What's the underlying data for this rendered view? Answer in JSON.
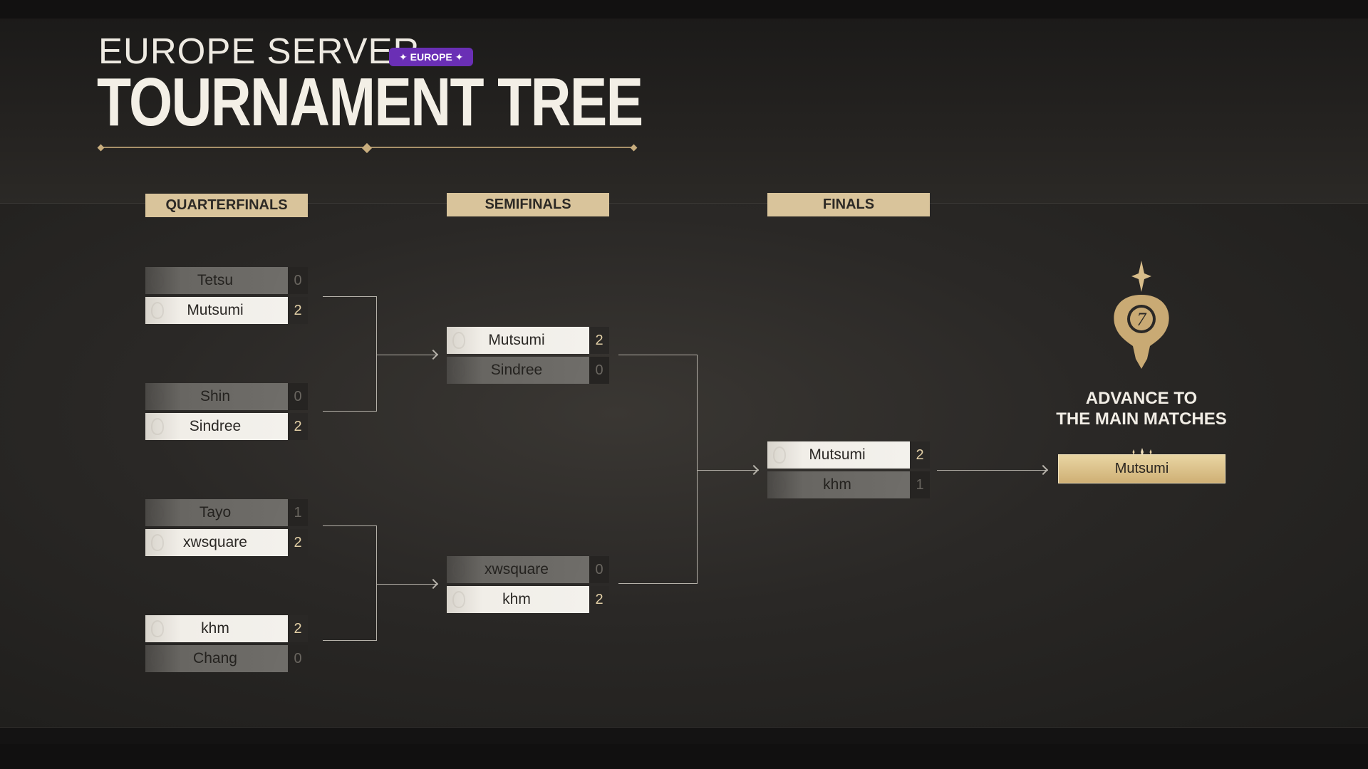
{
  "header": {
    "subtitle": "EUROPE SERVER",
    "region_badge": "✦ EUROPE ✦",
    "title": "TOURNAMENT TREE"
  },
  "rounds": {
    "quarterfinals": "QUARTERFINALS",
    "semifinals": "SEMIFINALS",
    "finals": "FINALS"
  },
  "quarterfinals": [
    {
      "players": [
        {
          "name": "Tetsu",
          "score": "0"
        },
        {
          "name": "Mutsumi",
          "score": "2"
        }
      ]
    },
    {
      "players": [
        {
          "name": "Shin",
          "score": "0"
        },
        {
          "name": "Sindree",
          "score": "2"
        }
      ]
    },
    {
      "players": [
        {
          "name": "Tayo",
          "score": "1"
        },
        {
          "name": "xwsquare",
          "score": "2"
        }
      ]
    },
    {
      "players": [
        {
          "name": "khm",
          "score": "2"
        },
        {
          "name": "Chang",
          "score": "0"
        }
      ]
    }
  ],
  "semifinals": [
    {
      "players": [
        {
          "name": "Mutsumi",
          "score": "2"
        },
        {
          "name": "Sindree",
          "score": "0"
        }
      ]
    },
    {
      "players": [
        {
          "name": "xwsquare",
          "score": "0"
        },
        {
          "name": "khm",
          "score": "2"
        }
      ]
    }
  ],
  "finals": [
    {
      "players": [
        {
          "name": "Mutsumi",
          "score": "2"
        },
        {
          "name": "khm",
          "score": "1"
        }
      ]
    }
  ],
  "advance": {
    "line1": "ADVANCE TO",
    "line2": "THE MAIN MATCHES",
    "winner": "Mutsumi"
  },
  "colors": {
    "accent_gold": "#d9c49b",
    "badge_purple": "#6a2fb5",
    "background": "#2a2826"
  }
}
